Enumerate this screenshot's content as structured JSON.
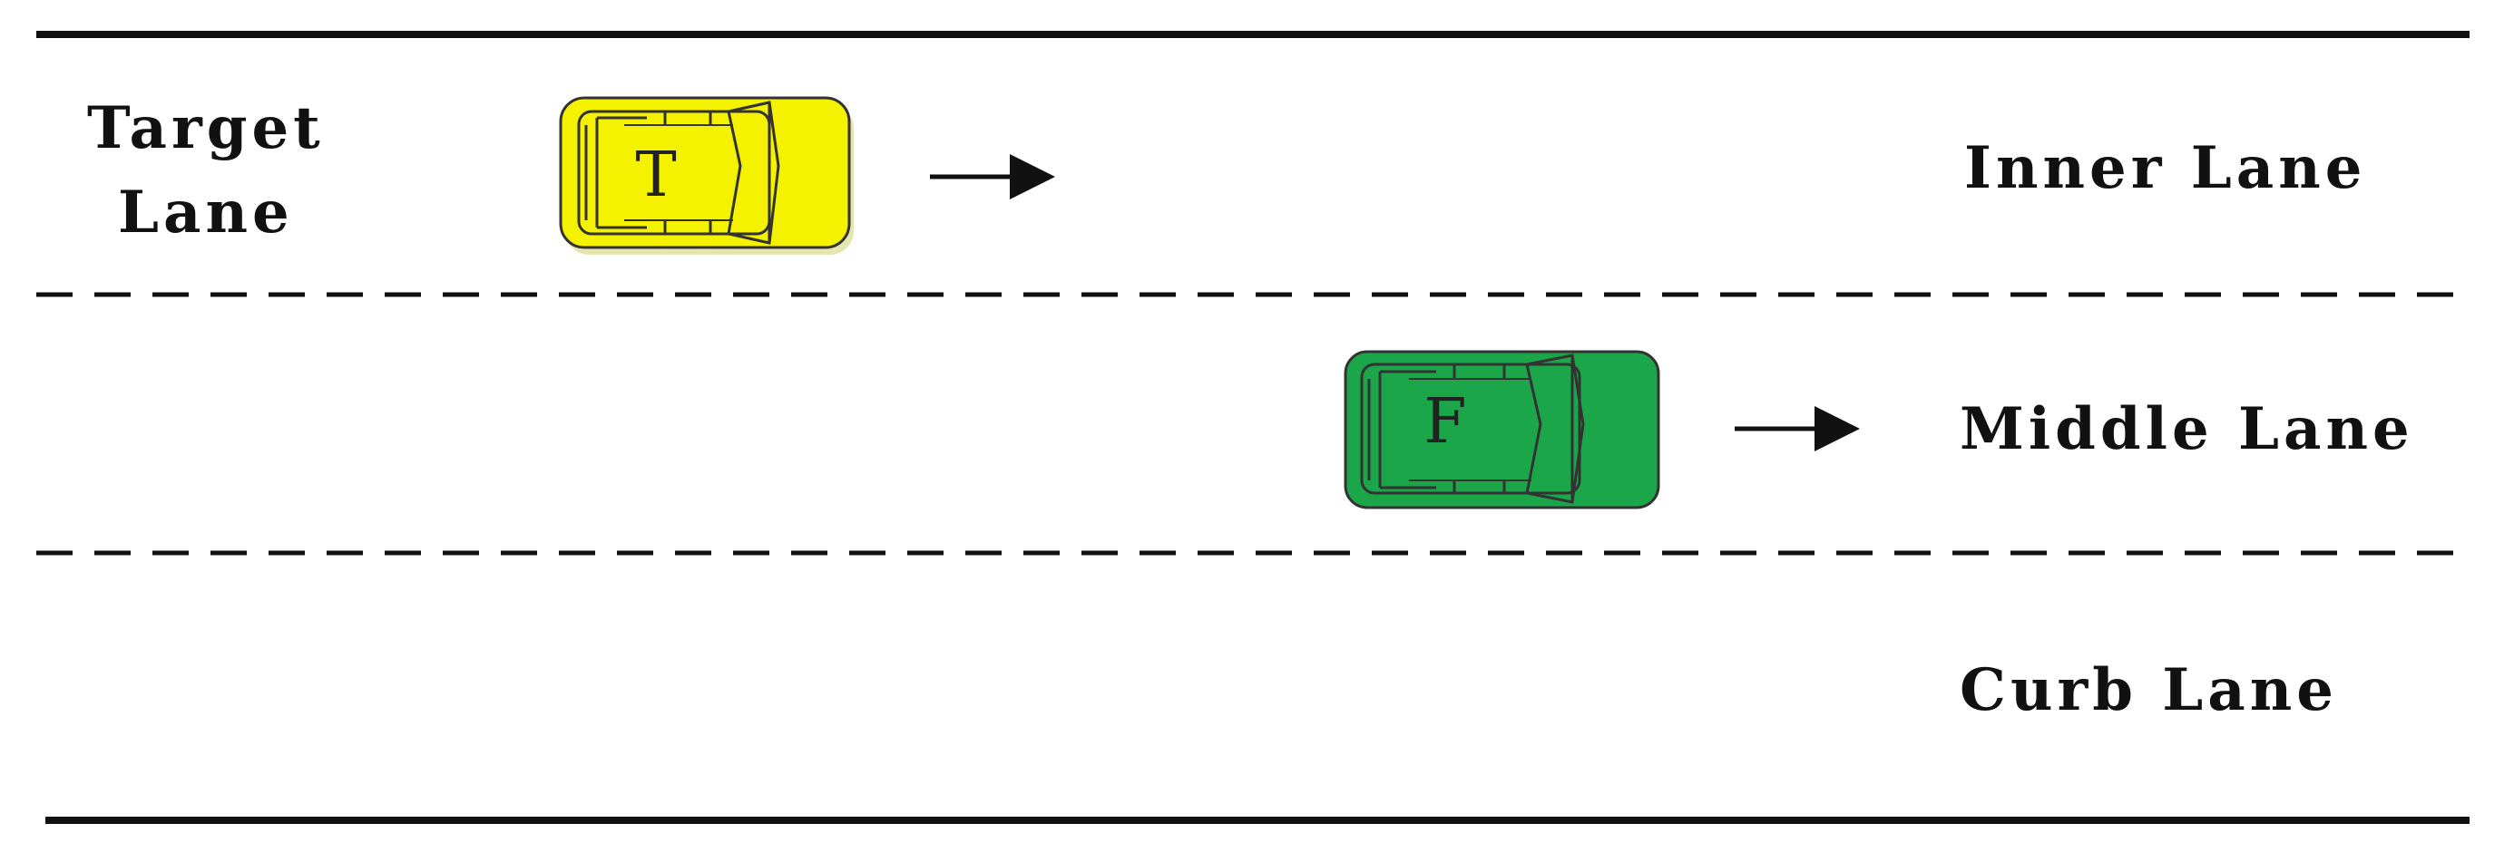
{
  "lanes": {
    "target": [
      "Target",
      "Lane"
    ],
    "inner": "Inner Lane",
    "middle": "Middle Lane",
    "curb": "Curb Lane"
  },
  "vehicles": {
    "target": {
      "letter": "T",
      "color": "#f5f200",
      "lane": "Inner Lane",
      "direction": "right"
    },
    "following": {
      "letter": "F",
      "color": "#1ba64a",
      "lane": "Middle Lane",
      "direction": "right"
    }
  },
  "colors": {
    "road_line": "#111111",
    "background": "#ffffff"
  }
}
